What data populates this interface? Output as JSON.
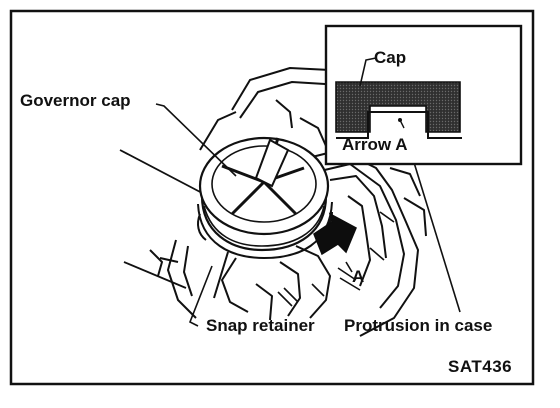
{
  "labels": {
    "governor_cap": "Governor cap",
    "cap": "Cap",
    "arrow_a": "Arrow A",
    "a": "A",
    "snap_retainer": "Snap retainer",
    "protrusion": "Protrusion in case",
    "figure_code": "SAT436"
  },
  "colors": {
    "ink": "#111111",
    "paper": "#ffffff",
    "shade": "#3a3a3a"
  }
}
